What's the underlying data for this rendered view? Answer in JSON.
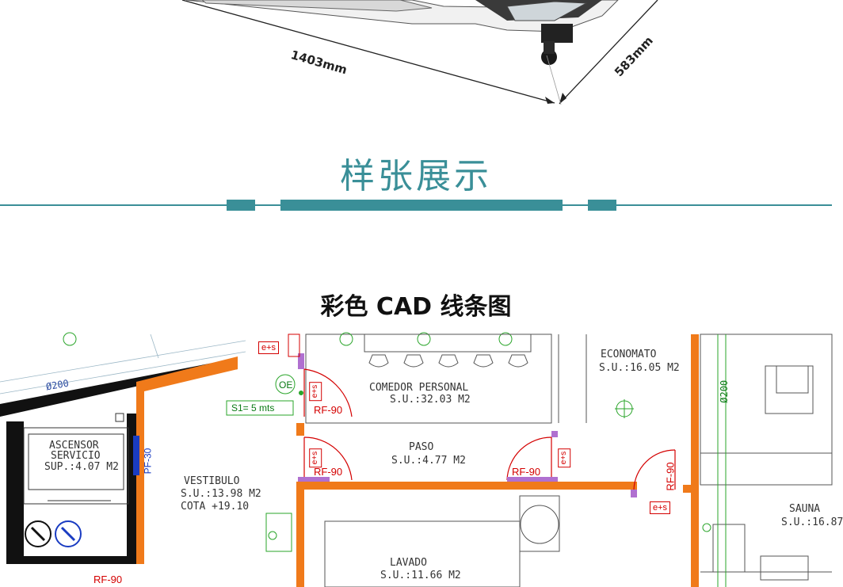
{
  "dimensions": {
    "length": "1403mm",
    "width": "583mm"
  },
  "section": {
    "title": "样张展示",
    "accent_color": "#3a8f98"
  },
  "subtitle": "彩色 CAD 线条图",
  "plan": {
    "pipe_left": "Ø200",
    "pipe_right": "Ø200",
    "rooms": {
      "ascensor": [
        "ASCENSOR",
        "SERVICIO",
        "SUP.:4.07  M2"
      ],
      "vestibulo": [
        "VESTIBULO",
        "S.U.:13.98  M2",
        "COTA  +19.10"
      ],
      "comedor": [
        "COMEDOR  PERSONAL",
        "S.U.:32.03  M2"
      ],
      "economato": [
        "ECONOMATO",
        "S.U.:16.05  M2"
      ],
      "paso": [
        "PASO",
        "S.U.:4.77  M2"
      ],
      "lavado": [
        "LAVADO",
        "S.U.:11.66  M2"
      ],
      "sauna": [
        "SAUNA",
        "S.U.:16.87"
      ]
    },
    "tags": {
      "es_top": "e+s",
      "es_door1": "e+s",
      "es_door2": "e+s",
      "es_paso": "e+s",
      "es_right": "e+s",
      "oe": "OE",
      "s1": "S1= 5 mts",
      "pf30": "PF-30",
      "rf90_a": "RF-90",
      "rf90_b": "RF-90",
      "rf90_c": "RF-90",
      "rf90_d": "RF-90",
      "rf90_e": "RF-90"
    },
    "wall_color": "#f07a1a",
    "plan_line_color": "#1a1a1a"
  }
}
